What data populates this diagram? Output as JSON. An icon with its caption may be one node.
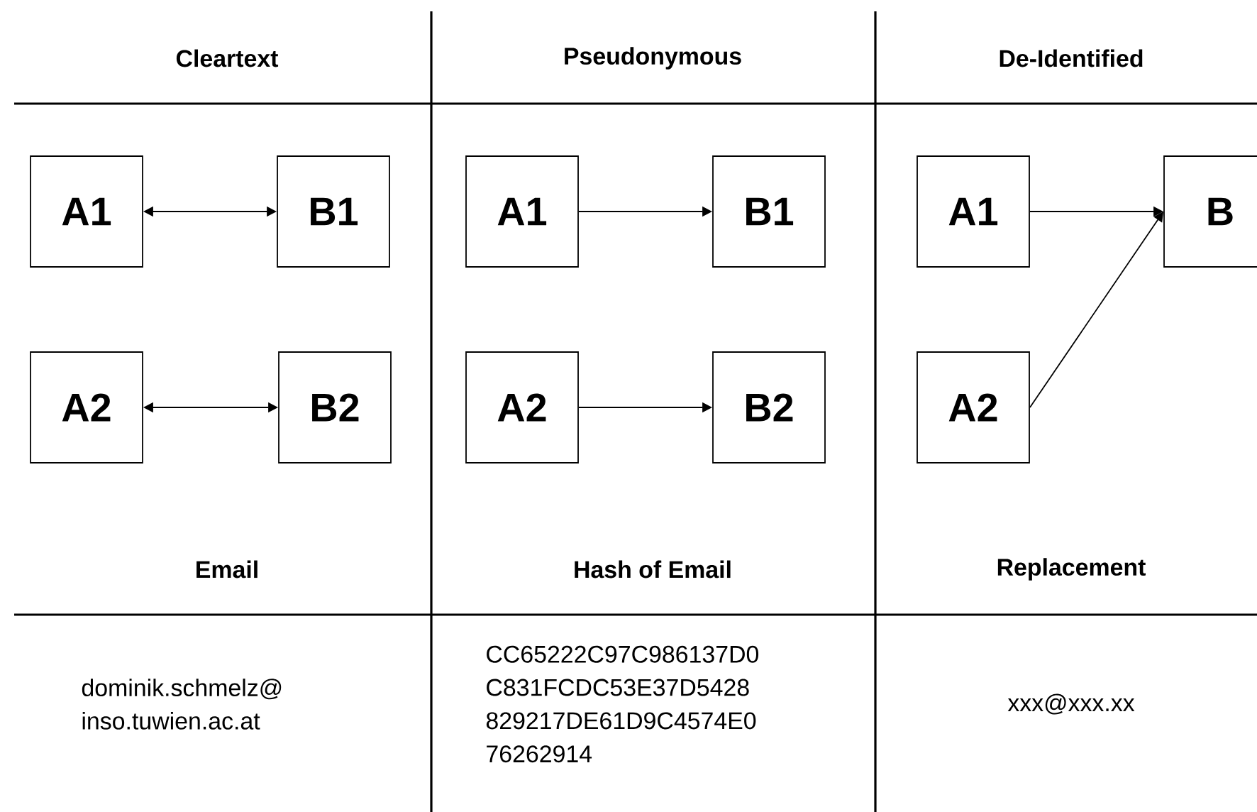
{
  "diagram": {
    "nodes": [
      {
        "text": [
          "A1"
        ]
      },
      {
        "text": [
          "B1"
        ]
      },
      {
        "text": [
          "A2"
        ]
      },
      {
        "text": [
          "B2"
        ]
      },
      {
        "text": [
          "A1"
        ]
      },
      {
        "text": [
          "B1"
        ]
      },
      {
        "text": [
          "A2"
        ]
      },
      {
        "text": [
          "B2"
        ]
      },
      {
        "text": [
          "A1"
        ]
      },
      {
        "text": [
          "B"
        ]
      },
      {
        "text": [
          "A2"
        ]
      }
    ],
    "edges": [
      {
        "from": 0,
        "to": 1,
        "arrow": "both"
      },
      {
        "from": 2,
        "to": 3,
        "arrow": "both"
      },
      {
        "from": 4,
        "to": 5,
        "arrow": "to"
      },
      {
        "from": 6,
        "to": 7,
        "arrow": "to"
      },
      {
        "from": 8,
        "to": 9,
        "arrow": "to"
      },
      {
        "from": 10,
        "to": 9,
        "arrow": "to"
      }
    ],
    "labels": [
      "Cleartext",
      "Pseudonymous",
      "De-Identified",
      "Email",
      "Hash of Email",
      "Replacement",
      "dominik.schmelz@ inso.tuwien.ac.at",
      "CC65222C97C986137D0 C831FCDC53E37D5428 829217DE61D9C4574E0 76262914",
      "xxx@xxx.xx"
    ]
  }
}
